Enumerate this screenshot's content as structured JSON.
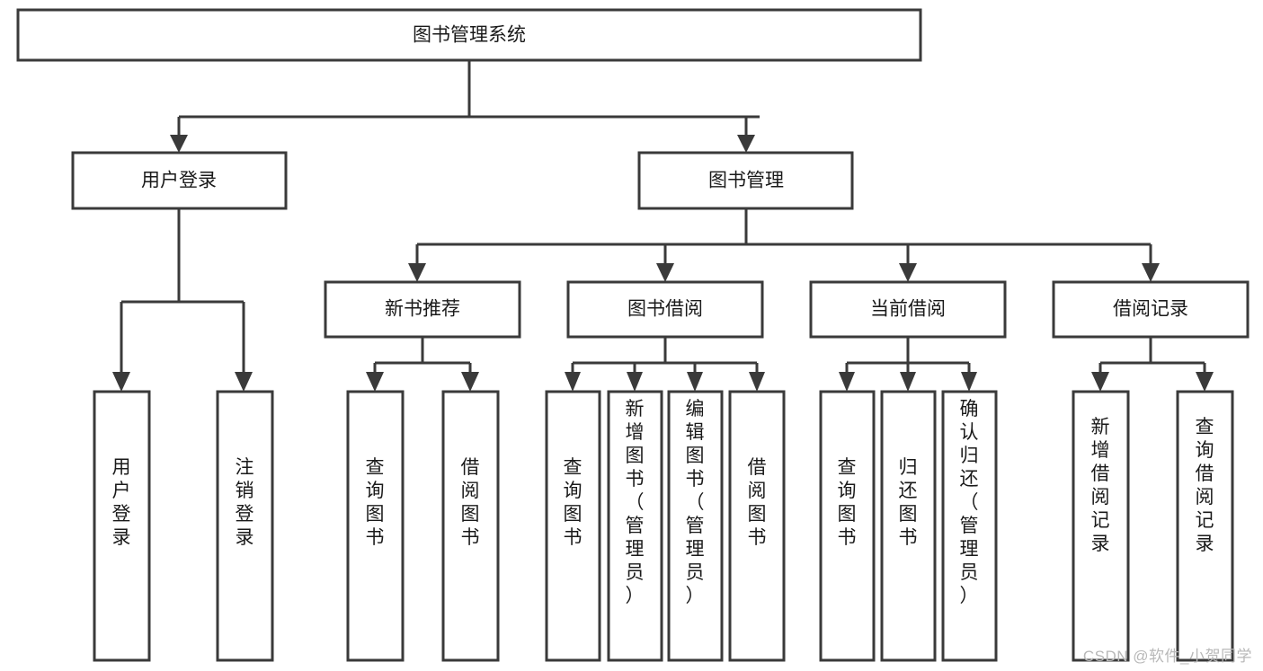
{
  "diagram": {
    "title": "图书管理系统",
    "type": "tree-hierarchy",
    "watermark": "CSDN @软件_小贺同学",
    "colors": {
      "box_stroke": "#3a3a3a",
      "box_fill": "#ffffff",
      "text": "#1a1a1a",
      "watermark": "#b8b8b8",
      "background": "#ffffff"
    },
    "levels": {
      "root": {
        "label": "图书管理系统"
      },
      "level2": [
        {
          "id": "user-login",
          "label": "用户登录"
        },
        {
          "id": "book-management",
          "label": "图书管理"
        }
      ],
      "level3": [
        {
          "id": "new-book-recommend",
          "label": "新书推荐",
          "parent": "book-management"
        },
        {
          "id": "book-borrow",
          "label": "图书借阅",
          "parent": "book-management"
        },
        {
          "id": "current-borrow",
          "label": "当前借阅",
          "parent": "book-management"
        },
        {
          "id": "borrow-record",
          "label": "借阅记录",
          "parent": "book-management"
        }
      ],
      "level4": [
        {
          "id": "leaf-user-login",
          "label": "用户登录",
          "parent": "user-login"
        },
        {
          "id": "leaf-logout-login",
          "label": "注销登录",
          "parent": "user-login"
        },
        {
          "id": "leaf-query-book-1",
          "label": "查询图书",
          "parent": "new-book-recommend"
        },
        {
          "id": "leaf-borrow-book-1",
          "label": "借阅图书",
          "parent": "new-book-recommend"
        },
        {
          "id": "leaf-query-book-2",
          "label": "查询图书",
          "parent": "book-borrow"
        },
        {
          "id": "leaf-add-book",
          "label": "新增图书（管理员）",
          "parent": "book-borrow"
        },
        {
          "id": "leaf-edit-book",
          "label": "编辑图书（管理员）",
          "parent": "book-borrow"
        },
        {
          "id": "leaf-borrow-book-2",
          "label": "借阅图书",
          "parent": "book-borrow"
        },
        {
          "id": "leaf-query-book-3",
          "label": "查询图书",
          "parent": "current-borrow"
        },
        {
          "id": "leaf-return-book",
          "label": "归还图书",
          "parent": "current-borrow"
        },
        {
          "id": "leaf-confirm-return",
          "label": "确认归还（管理员）",
          "parent": "current-borrow"
        },
        {
          "id": "leaf-add-record",
          "label": "新增借阅记录",
          "parent": "borrow-record"
        },
        {
          "id": "leaf-query-record",
          "label": "查询借阅记录",
          "parent": "borrow-record"
        }
      ]
    }
  }
}
